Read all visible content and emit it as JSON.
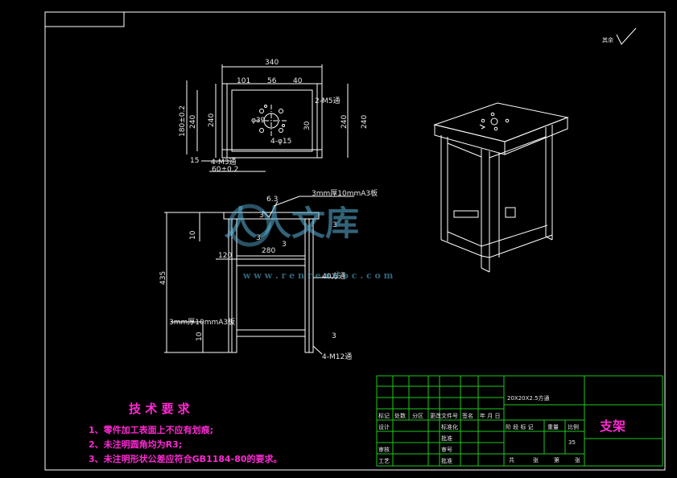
{
  "surface_roughness": "其余",
  "top_view": {
    "dims": [
      "340",
      "101",
      "56",
      "40",
      "2-M5通",
      "240",
      "180±0.2",
      "240",
      "240",
      "φ39",
      "4-φ15",
      "15",
      "4-M3通",
      "60±0.2",
      "240",
      "30"
    ]
  },
  "front_view": {
    "dims": [
      "6.3",
      "3",
      "3",
      "3",
      "3",
      "10",
      "120",
      "280",
      "435",
      "40方通",
      "10",
      "3",
      "4-M12通"
    ],
    "notes": [
      "3mm厚10mmA3板",
      "3mm厚10mmA3板"
    ]
  },
  "watermark": {
    "text": "人人文库",
    "url": "w w w . r e n r e n d o c . c o m"
  },
  "requirements": {
    "title": "技 术 要 求",
    "items": [
      "1、零件加工表面上不应有划痕;",
      "2、未注明圆角均为R3;",
      "3、未注明形状公差应符合GB1184-80的要求。"
    ]
  },
  "title_block": {
    "material": "20X20X2.5方通",
    "part_name": "支架",
    "row_headers": [
      "标记",
      "处数",
      "分区",
      "更改文件号",
      "签名",
      "年 月 日"
    ],
    "left_labels": [
      "设计",
      "审核",
      "工艺"
    ],
    "mid_labels": [
      "标准化",
      "批准",
      "审号",
      "批准"
    ],
    "stage_labels": [
      "阶 段 标 记",
      "重量",
      "比例"
    ],
    "scale": "35",
    "sheet_labels": [
      "共",
      "张",
      "第",
      "张"
    ]
  },
  "colors": {
    "background": "#000000",
    "lines": "#ffffff",
    "title_block": "#1ec81e",
    "requirements": "#ff2ad4"
  }
}
